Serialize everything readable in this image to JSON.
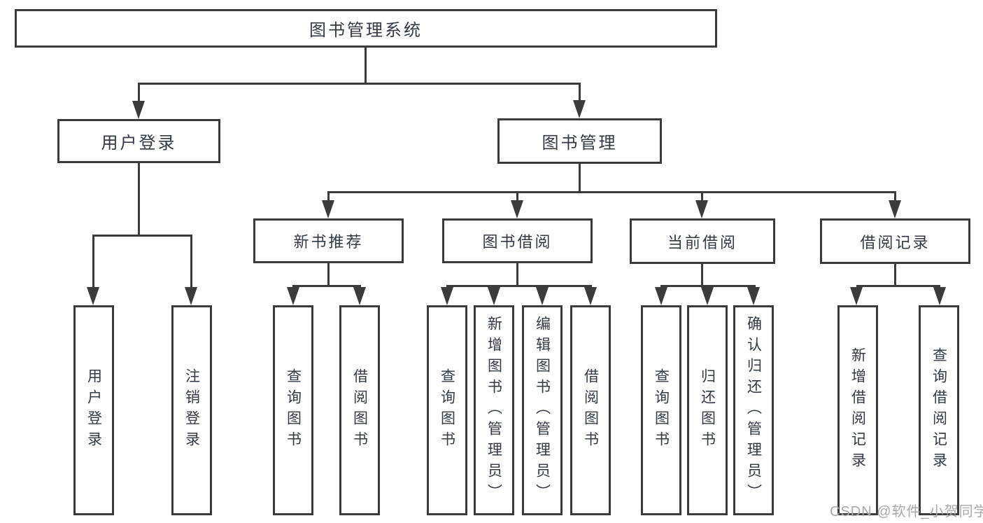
{
  "diagram_title": "图书管理系统",
  "colors": {
    "line": "#3b3b3b",
    "box_border": "#3b3b3b",
    "box_fill": "#ffffff",
    "text": "#333a44",
    "background": "#ffffff",
    "watermark": "#a9a9a9"
  },
  "nodes": {
    "root": {
      "label": "图书管理系统"
    },
    "level2": [
      {
        "label": "用户登录",
        "parent": "图书管理系统"
      },
      {
        "label": "图书管理",
        "parent": "图书管理系统"
      }
    ],
    "level3": [
      {
        "label": "新书推荐",
        "parent": "图书管理"
      },
      {
        "label": "图书借阅",
        "parent": "图书管理"
      },
      {
        "label": "当前借阅",
        "parent": "图书管理"
      },
      {
        "label": "借阅记录",
        "parent": "图书管理"
      }
    ],
    "leaves": [
      {
        "label": "用户登录",
        "parent": "用户登录"
      },
      {
        "label": "注销登录",
        "parent": "用户登录"
      },
      {
        "label": "查询图书",
        "parent": "新书推荐"
      },
      {
        "label": "借阅图书",
        "parent": "新书推荐"
      },
      {
        "label": "查询图书",
        "parent": "图书借阅"
      },
      {
        "label": "新增图书（管理员）",
        "parent": "图书借阅"
      },
      {
        "label": "编辑图书（管理员）",
        "parent": "图书借阅"
      },
      {
        "label": "借阅图书",
        "parent": "图书借阅"
      },
      {
        "label": "查询图书",
        "parent": "当前借阅"
      },
      {
        "label": "归还图书",
        "parent": "当前借阅"
      },
      {
        "label": "确认归还（管理员）",
        "parent": "当前借阅"
      },
      {
        "label": "新增借阅记录",
        "parent": "借阅记录"
      },
      {
        "label": "查询借阅记录",
        "parent": "借阅记录"
      }
    ]
  },
  "watermark": {
    "text": "CSDN @软件_小贺同学"
  }
}
